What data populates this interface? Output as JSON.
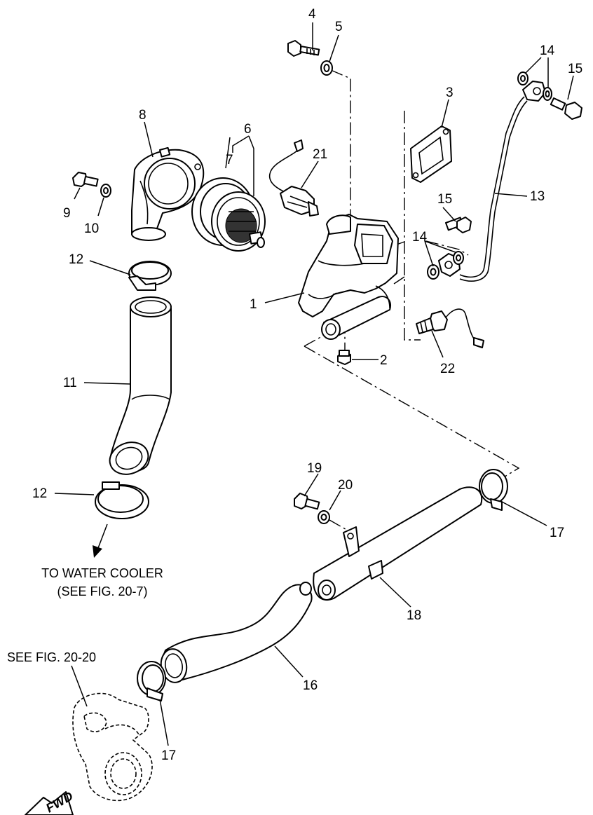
{
  "labels": {
    "l1": "1",
    "l2": "2",
    "l3": "3",
    "l4": "4",
    "l5": "5",
    "l6": "6",
    "l7": "7",
    "l8": "8",
    "l9": "9",
    "l10": "10",
    "l11": "11",
    "l12a": "12",
    "l12b": "12",
    "l13": "13",
    "l14a": "14",
    "l14b": "14",
    "l15a": "15",
    "l15b": "15",
    "l16": "16",
    "l17a": "17",
    "l17b": "17",
    "l18": "18",
    "l19": "19",
    "l20": "20",
    "l21": "21",
    "l22": "22"
  },
  "notes": {
    "water_cooler_line1": "TO WATER COOLER",
    "water_cooler_line2": "(SEE FIG. 20-7)",
    "see_fig": "SEE FIG. 20-20",
    "fwd": "FWD"
  }
}
